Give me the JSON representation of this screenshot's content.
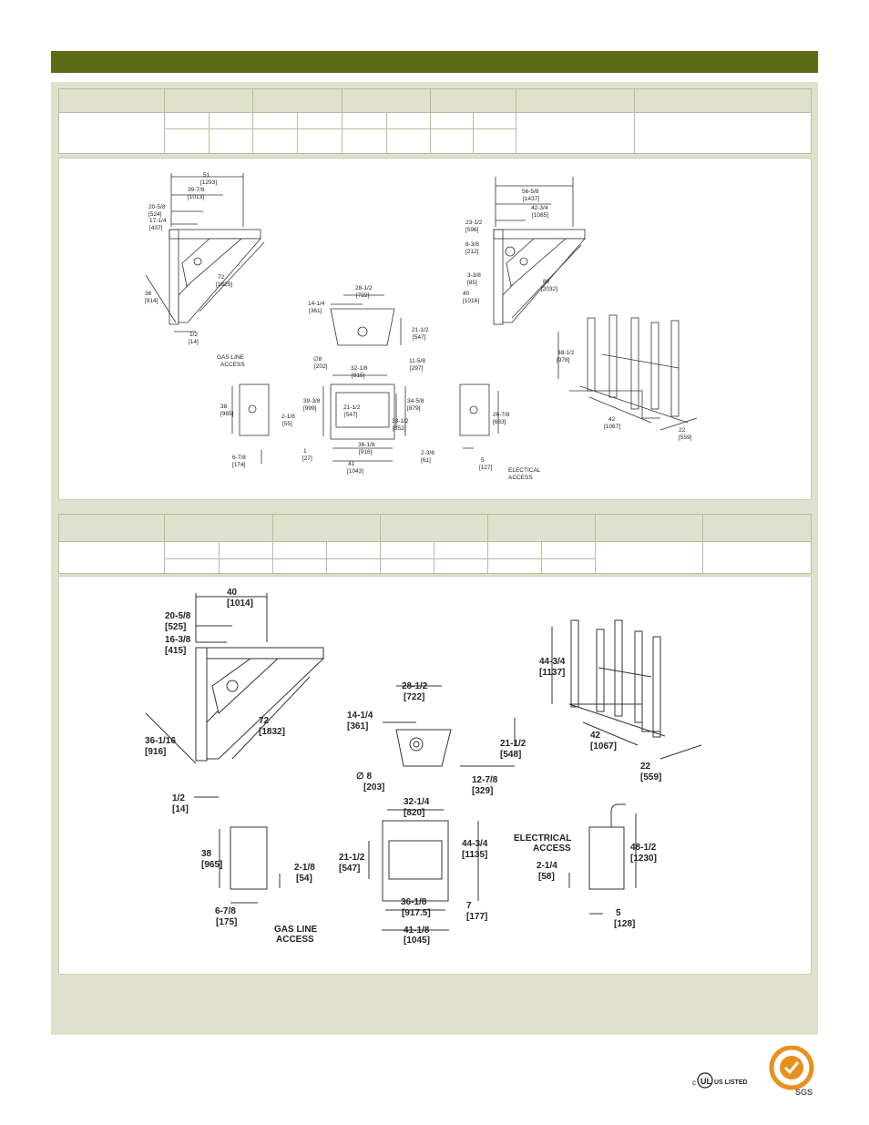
{
  "drawing1": {
    "labels": {
      "d51": "51",
      "d51m": "[1293]",
      "d39": "39-7/8",
      "d39m": "[1013]",
      "d20": "20-5/8",
      "d20m": "[524]",
      "d17": "17-1/4",
      "d17m": "[437]",
      "d72": "72",
      "d72m": "[1829]",
      "d36": "36",
      "d36m": "[914]",
      "d12": "1/2",
      "d12m": "[14]",
      "d56": "56-5/8",
      "d56m": "[1437]",
      "d42": "42-3/4",
      "d42m": "[1085]",
      "d23": "23-1/2",
      "d23m": "[596]",
      "d8": "8-3/8",
      "d8m": "[212]",
      "d3": "3-3/8",
      "d3m": "[85]",
      "d40": "40",
      "d40m": "[1016]",
      "d80": "80",
      "d80m": "[2032]",
      "t28": "28-1/2",
      "t28m": "[722]",
      "t14": "14-1/4",
      "t14m": "[361]",
      "t21": "21-1/2",
      "t21m": "[547]",
      "t11": "11-5/8",
      "t11m": "[297]",
      "td8": "∅8",
      "td8m": "[202]",
      "gas": "GAS LINE",
      "gas2": "ACCESS",
      "f32": "32-1/8",
      "f32m": "[815]",
      "s38": "38",
      "s38m": "[965]",
      "f39": "39-3/8",
      "f39m": "[999]",
      "f21": "21-1/2",
      "f21m": "[547]",
      "f34": "34-5/8",
      "f34m": "[879]",
      "f33": "33-1/2",
      "f33m": "[852]",
      "s26": "26-7/8",
      "s26m": "[683]",
      "s2": "2-1/8",
      "s2m": "[55]",
      "f1": "1",
      "f1m": "[27]",
      "f36": "36-1/8",
      "f36m": "[916]",
      "s6": "6-7/8",
      "s6m": "[174]",
      "f41": "41",
      "f41m": "[1043]",
      "s23": "2-3/8",
      "s23m": "[61]",
      "s5": "5",
      "s5m": "[127]",
      "elec": "ELECTICAL",
      "elec2": "ACCESS",
      "fr38": "38-1/2",
      "fr38m": "[978]",
      "fr42": "42",
      "fr42m": "[1067]",
      "fr22": "22",
      "fr22m": "[559]"
    }
  },
  "drawing2": {
    "labels": {
      "d40": "40",
      "d40m": "[1014]",
      "d20": "20-5/8",
      "d20m": "[525]",
      "d16": "16-3/8",
      "d16m": "[415]",
      "d72": "72",
      "d72m": "[1832]",
      "d36": "36-1/16",
      "d36m": "[916]",
      "d12": "1/2",
      "d12m": "[14]",
      "t28": "28-1/2",
      "t28m": "[722]",
      "t14": "14-1/4",
      "t14m": "[361]",
      "t21": "21-1/2",
      "t21m": "[548]",
      "td8": "∅ 8",
      "td8m": "[203]",
      "t12": "12-7/8",
      "t12m": "[329]",
      "fr44": "44-3/4",
      "fr44m": "[1137]",
      "fr42": "42",
      "fr42m": "[1067]",
      "fr22": "22",
      "fr22m": "[559]",
      "f32": "32-1/4",
      "f32m": "[820]",
      "s38": "38",
      "s38m": "[965]",
      "s2": "2-1/8",
      "s2m": "[54]",
      "f21": "21-1/2",
      "f21m": "[547]",
      "f44": "44-3/4",
      "f44m": "[1135]",
      "elec": "ELECTRICAL",
      "elec2": "ACCESS",
      "r48": "48-1/2",
      "r48m": "[1230]",
      "r2": "2-1/4",
      "r2m": "[58]",
      "f36": "36-1/8",
      "f36m": "[917.5]",
      "f7": "7",
      "f7m": "[177]",
      "s6": "6-7/8",
      "s6m": "[175]",
      "gas": "GAS LINE",
      "gas2": "ACCESS",
      "f41": "41-1/8",
      "f41m": "[1045]",
      "r5": "5",
      "r5m": "[128]"
    }
  },
  "logos": {
    "ul_text": "US LISTED",
    "ul_prefix": "c",
    "sgs_text": "SGS"
  },
  "colors": {
    "header": "#5c6b18",
    "panel": "#dfe1cc",
    "accent_orange": "#e8901c"
  }
}
